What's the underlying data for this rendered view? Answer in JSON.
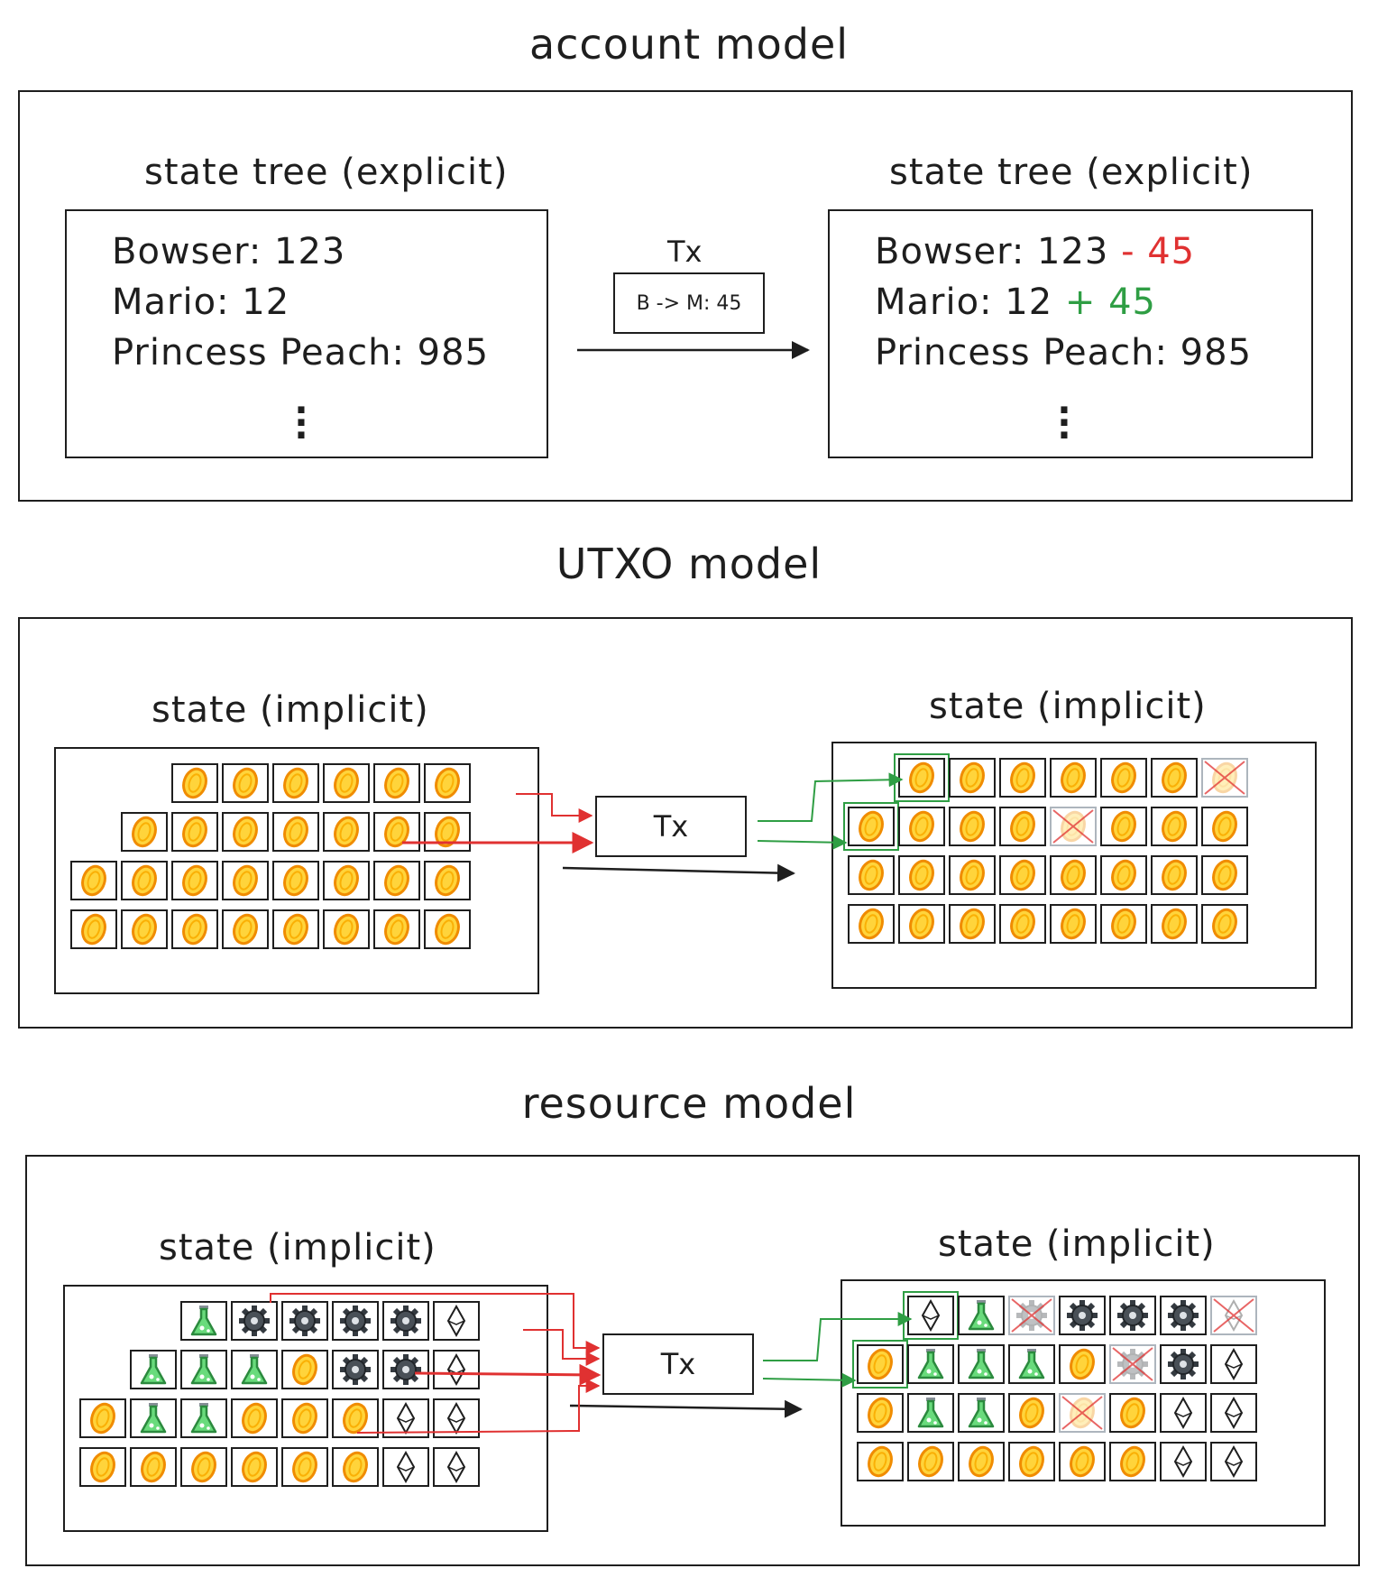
{
  "sections": {
    "account": {
      "title": "account model",
      "left_caption": "state tree (explicit)",
      "right_caption": "state tree (explicit)",
      "tx_label": "Tx",
      "tx_content": "B -> M: 45",
      "left_rows": [
        "Bowser: 123",
        "Mario: 12",
        "Princess Peach: 985"
      ],
      "right_rows": [
        {
          "base": "Bowser: 123",
          "delta": "- 45",
          "delta_color": "#e03131"
        },
        {
          "base": "Mario: 12",
          "delta": "+ 45",
          "delta_color": "#2f9e44"
        },
        {
          "base": "Princess Peach: 985",
          "delta": "",
          "delta_color": ""
        }
      ]
    },
    "utxo": {
      "title": "UTXO model",
      "left_caption": "state (implicit)",
      "right_caption": "state (implicit)",
      "tx_label": "Tx"
    },
    "resource": {
      "title": "resource model",
      "left_caption": "state (implicit)",
      "right_caption": "state (implicit)",
      "tx_label": "Tx"
    }
  },
  "colors": {
    "ink": "#1e1e1e",
    "consumed_arrow": "#e03131",
    "created_arrow": "#2f9e44",
    "coin_fill": "#ffd43b",
    "coin_stroke": "#f08c00",
    "flask_fill": "#69db7c",
    "gear_fill": "#495057"
  },
  "icons": {
    "coin": "coin-icon",
    "flask": "flask-icon",
    "gear": "gear-icon",
    "diamond": "ethereum-diamond-icon"
  }
}
